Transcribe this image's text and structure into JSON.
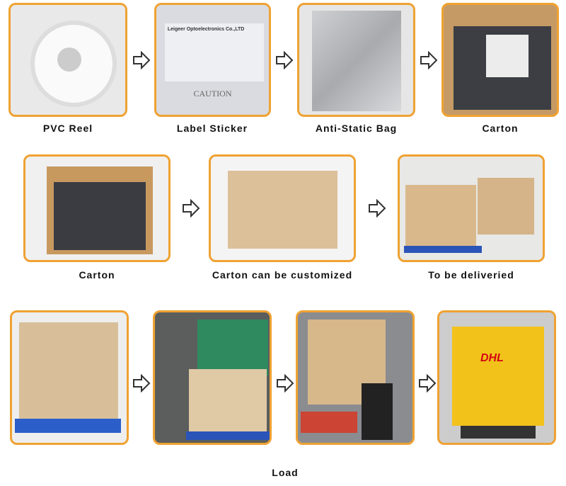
{
  "steps": [
    {
      "label": "PVC Reel",
      "icon": "pvc-reel-photo"
    },
    {
      "label": "Label Sticker",
      "icon": "label-sticker-photo"
    },
    {
      "label": "Anti-Static Bag",
      "icon": "anti-static-bag-photo"
    },
    {
      "label": "Carton",
      "icon": "carton-open-photo"
    },
    {
      "label": "Carton",
      "icon": "carton-packed-photo"
    },
    {
      "label": "Carton can be customized",
      "icon": "closed-carton-photo"
    },
    {
      "label": "To be deliveried",
      "icon": "warehouse-pallets-photo"
    },
    {
      "label": "Load",
      "icon": "loading-photos"
    }
  ],
  "sticker": {
    "company": "Leigeer Optoelectronics Co.,LTD",
    "caution": "CAUTION"
  },
  "truck": {
    "brand": "DHL"
  },
  "colors": {
    "border": "#efa232",
    "arrow": "#333333"
  }
}
